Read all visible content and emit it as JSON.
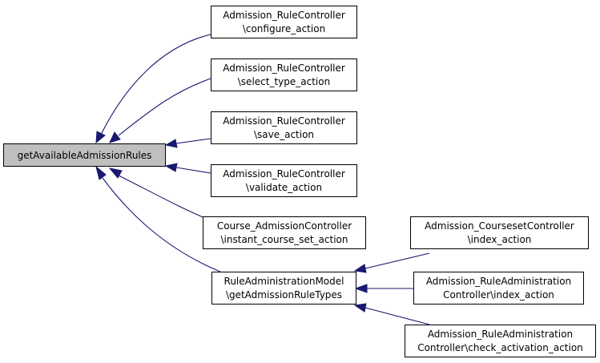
{
  "colors": {
    "edge": "#191970",
    "root_fill": "#bfbfbf",
    "box_stroke": "#000000",
    "background": "#ffffff"
  },
  "nodes": {
    "root": {
      "lines": [
        "getAvailableAdmissionRules"
      ]
    },
    "configure": {
      "lines": [
        "Admission_RuleController",
        "\\configure_action"
      ]
    },
    "select_type": {
      "lines": [
        "Admission_RuleController",
        "\\select_type_action"
      ]
    },
    "save": {
      "lines": [
        "Admission_RuleController",
        "\\save_action"
      ]
    },
    "validate": {
      "lines": [
        "Admission_RuleController",
        "\\validate_action"
      ]
    },
    "instant_course": {
      "lines": [
        "Course_AdmissionController",
        "\\instant_course_set_action"
      ]
    },
    "rule_types": {
      "lines": [
        "RuleAdministrationModel",
        "\\getAdmissionRuleTypes"
      ]
    },
    "courseset_index": {
      "lines": [
        "Admission_CoursesetController",
        "\\index_action"
      ]
    },
    "ruleadmin_index": {
      "lines": [
        "Admission_RuleAdministration",
        "Controller\\index_action"
      ]
    },
    "ruleadmin_check": {
      "lines": [
        "Admission_RuleAdministration",
        "Controller\\check_activation_action"
      ]
    }
  }
}
